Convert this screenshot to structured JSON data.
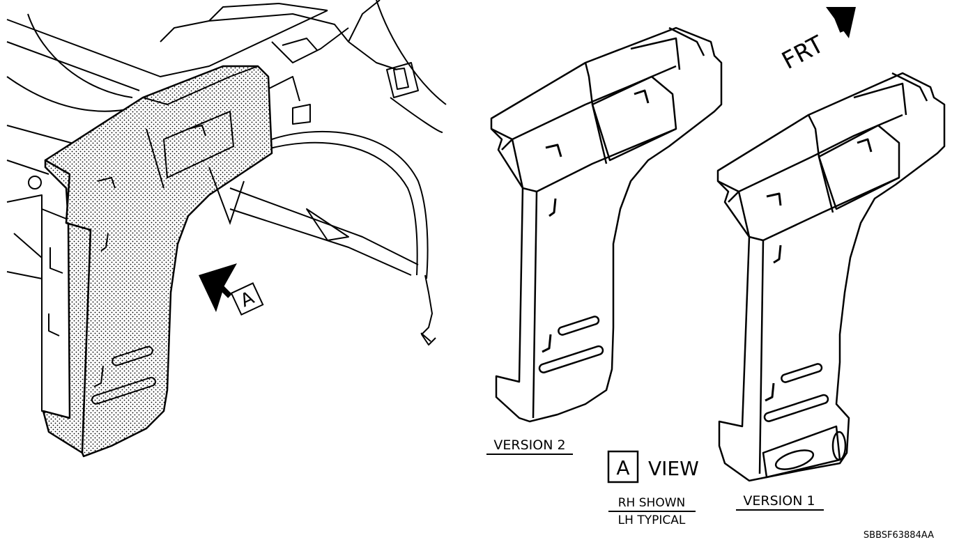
{
  "labels": {
    "front_arrow": "FRT",
    "view_marker_letter": "A",
    "view_callout_letter": "A",
    "view_callout_word": "VIEW",
    "rh_shown": "RH SHOWN",
    "lh_typical": "LH TYPICAL",
    "version_2": "VERSION 2",
    "version_1": "VERSION 1",
    "figure_id": "SBBSF63884AA"
  },
  "colors": {
    "ink": "#000000",
    "paper": "#ffffff",
    "highlight_stipple": "#000000"
  }
}
